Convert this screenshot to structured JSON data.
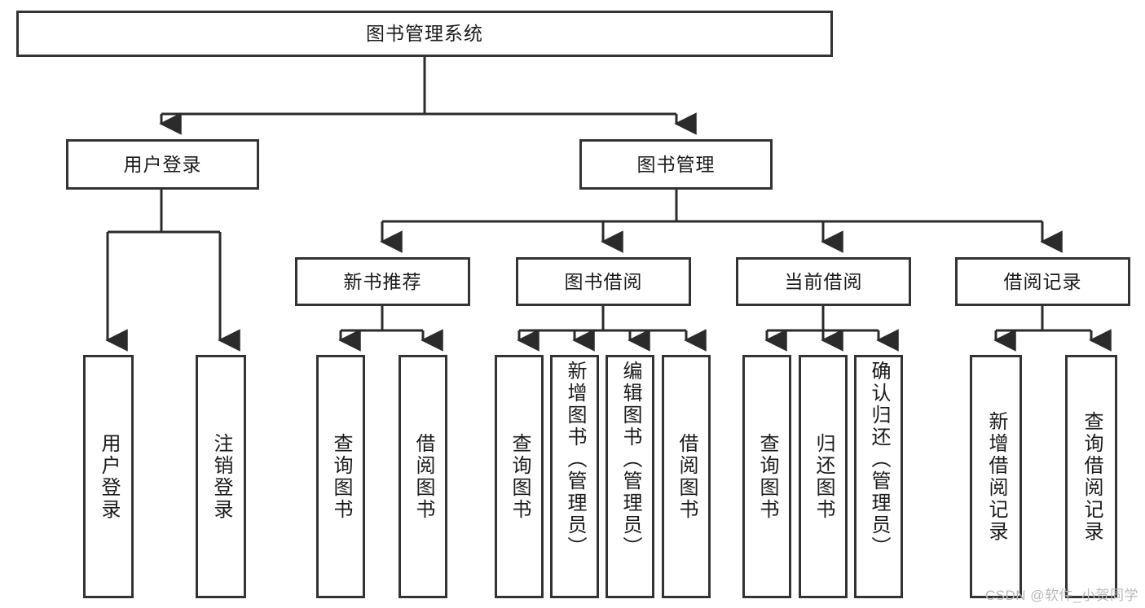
{
  "diagram": {
    "title": "图书管理系统",
    "type": "tree",
    "watermark": "CSDN @软件_小贺同学",
    "colors": {
      "box_border": "#333333",
      "box_fill": "#ffffff",
      "edge": "#2b2b2b",
      "text": "#1a1a1a",
      "watermark": "#b9b9b9"
    },
    "nodes": {
      "root": {
        "label": "图书管理系统",
        "orientation": "horizontal"
      },
      "user_login": {
        "label": "用户登录",
        "orientation": "horizontal"
      },
      "book_manage": {
        "label": "图书管理",
        "orientation": "horizontal"
      },
      "new_book_rec": {
        "label": "新书推荐",
        "orientation": "horizontal"
      },
      "book_borrow": {
        "label": "图书借阅",
        "orientation": "horizontal"
      },
      "current_borrow": {
        "label": "当前借阅",
        "orientation": "horizontal"
      },
      "borrow_record": {
        "label": "借阅记录",
        "orientation": "horizontal"
      },
      "leaf_user_login": {
        "label": "用户登录",
        "orientation": "vertical"
      },
      "leaf_logout": {
        "label": "注销登录",
        "orientation": "vertical"
      },
      "leaf_query_book_1": {
        "label": "查询图书",
        "orientation": "vertical"
      },
      "leaf_borrow_book_1": {
        "label": "借阅图书",
        "orientation": "vertical"
      },
      "leaf_query_book_2": {
        "label": "查询图书",
        "orientation": "vertical"
      },
      "leaf_add_book": {
        "label": "新增图书（管理员）",
        "orientation": "vertical"
      },
      "leaf_edit_book": {
        "label": "编辑图书（管理员）",
        "orientation": "vertical"
      },
      "leaf_borrow_book_2": {
        "label": "借阅图书",
        "orientation": "vertical"
      },
      "leaf_query_book_3": {
        "label": "查询图书",
        "orientation": "vertical"
      },
      "leaf_return_book": {
        "label": "归还图书",
        "orientation": "vertical"
      },
      "leaf_confirm_return": {
        "label": "确认归还（管理员）",
        "orientation": "vertical"
      },
      "leaf_add_record": {
        "label": "新增借阅记录",
        "orientation": "vertical"
      },
      "leaf_query_record": {
        "label": "查询借阅记录",
        "orientation": "vertical"
      }
    },
    "edges": [
      {
        "from": "root",
        "to": "user_login"
      },
      {
        "from": "root",
        "to": "book_manage"
      },
      {
        "from": "user_login",
        "to": "leaf_user_login"
      },
      {
        "from": "user_login",
        "to": "leaf_logout"
      },
      {
        "from": "book_manage",
        "to": "new_book_rec"
      },
      {
        "from": "book_manage",
        "to": "book_borrow"
      },
      {
        "from": "book_manage",
        "to": "current_borrow"
      },
      {
        "from": "book_manage",
        "to": "borrow_record"
      },
      {
        "from": "new_book_rec",
        "to": "leaf_query_book_1"
      },
      {
        "from": "new_book_rec",
        "to": "leaf_borrow_book_1"
      },
      {
        "from": "book_borrow",
        "to": "leaf_query_book_2"
      },
      {
        "from": "book_borrow",
        "to": "leaf_add_book"
      },
      {
        "from": "book_borrow",
        "to": "leaf_edit_book"
      },
      {
        "from": "book_borrow",
        "to": "leaf_borrow_book_2"
      },
      {
        "from": "current_borrow",
        "to": "leaf_query_book_3"
      },
      {
        "from": "current_borrow",
        "to": "leaf_return_book"
      },
      {
        "from": "current_borrow",
        "to": "leaf_confirm_return"
      },
      {
        "from": "borrow_record",
        "to": "leaf_add_record"
      },
      {
        "from": "borrow_record",
        "to": "leaf_query_record"
      }
    ]
  }
}
